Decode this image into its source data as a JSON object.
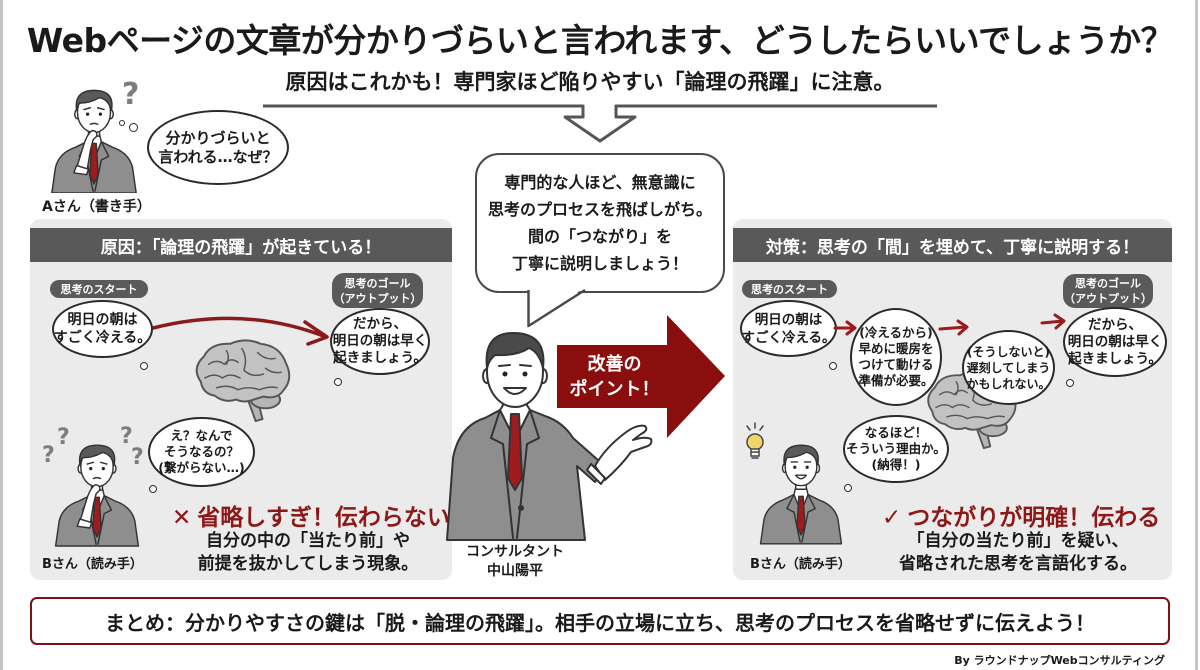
{
  "title": "Webページの文章が分かりづらいと言われます、どうしたらいいでしょうか？",
  "subtitle": "原因はこれかも！専門家ほど陥りやすい「論理の飛躍」に注意。",
  "writer": {
    "label": "Aさん（書き手）",
    "question_mark": "?",
    "thought": [
      "分かりづらいと",
      "言われる…なぜ？"
    ]
  },
  "consultant": {
    "speech": [
      "専門的な人ほど、無意識に",
      "思考のプロセスを飛ばしがち。",
      "間の「つながり」を",
      "丁寧に説明しましょう！"
    ],
    "role": "コンサルタント",
    "name": "中山陽平"
  },
  "improvement_arrow": {
    "lines": [
      "改善の",
      "ポイント！"
    ]
  },
  "cause_panel": {
    "header": "原因：「論理の飛躍」が起きている！",
    "start_tag": "思考のスタート",
    "start_thought": [
      "明日の朝は",
      "すごく冷える。"
    ],
    "goal_tag": [
      "思考のゴール",
      "（アウトプット）"
    ],
    "goal_thought": [
      "だから、",
      "明日の朝は早く",
      "起きましょう。"
    ],
    "reader_label": "Bさん（読み手）",
    "reader_thought": [
      "え？なんで",
      "そうなるの？",
      "(繋がらない…)"
    ],
    "question_marks": [
      "?",
      "?",
      "?",
      "?"
    ],
    "verdict_icon": "✕",
    "verdict": "省略しすぎ！伝わらない",
    "explanation": [
      "自分の中の「当たり前」や",
      "前提を抜かしてしまう現象。"
    ]
  },
  "solution_panel": {
    "header": "対策：思考の「間」を埋めて、丁寧に説明する！",
    "start_tag": "思考のスタート",
    "goal_tag": [
      "思考のゴール",
      "（アウトプット）"
    ],
    "steps": [
      [
        "明日の朝は",
        "すごく冷える。"
      ],
      [
        "(冷えるから)",
        "早めに暖房を",
        "つけて動ける",
        "準備が必要。"
      ],
      [
        "(そうしないと)",
        "遅刻してしまう",
        "かもしれない。"
      ],
      [
        "だから、",
        "明日の朝は早く",
        "起きましょう。"
      ]
    ],
    "reader_label": "Bさん（読み手）",
    "reader_thought": [
      "なるほど！",
      "そういう理由か。",
      "(納得！)"
    ],
    "verdict_icon": "✓",
    "verdict": "つながりが明確！伝わる",
    "explanation": [
      "「自分の当たり前」を疑い、",
      "省略された思考を言語化する。"
    ]
  },
  "summary": "まとめ：分かりやすさの鍵は「脱・論理の飛躍」。相手の立場に立ち、思考のプロセスを省略せずに伝えよう！",
  "credit": "By ラウンドナップWebコンサルティング",
  "colors": {
    "accent-red": "#8e1717",
    "header-gray": "#595959",
    "panel-bg": "#ebebeb",
    "tie-red": "#a01c1c"
  }
}
